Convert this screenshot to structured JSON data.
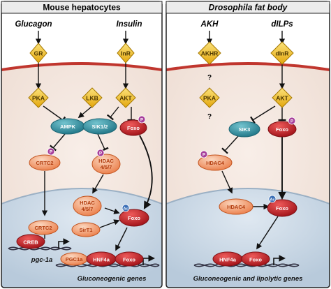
{
  "panels": {
    "left": {
      "title": "Mouse hepatocytes"
    },
    "right": {
      "title": "Drosophila fat body"
    }
  },
  "left": {
    "ligands": {
      "glucagon": "Glucagon",
      "insulin": "Insulin"
    },
    "receptors": {
      "gr": "GR",
      "inr": "InR"
    },
    "kinases": {
      "pka": "PKA",
      "lkb": "LKB",
      "akt": "AKT"
    },
    "nodes": {
      "ampk": "AMPK",
      "sik": "SIK1/2",
      "foxo_cyto": "Foxo",
      "crtc2_cyto": "CRTC2",
      "hdac_cyto_1": "HDAC",
      "hdac_cyto_2": "4/5/7",
      "hdac_nuc_1": "HDAC",
      "hdac_nuc_2": "4/5/7",
      "sirt1": "SirT1",
      "foxo_nuc": "Foxo",
      "crtc2_nuc": "CRTC2",
      "creb": "CREB",
      "pgc1a_gene": "pgc-1a",
      "pgc1a": "PGC1a",
      "hnf4a": "HNF4a",
      "foxo_gene": "Foxo"
    },
    "marks": {
      "p": "P",
      "ac": "Ac"
    },
    "footer": "Gluconeogenic genes"
  },
  "right": {
    "ligands": {
      "akh": "AKH",
      "dilps": "dILPs"
    },
    "receptors": {
      "akhr": "AKHR",
      "dinr": "dInR"
    },
    "kinases": {
      "pka": "PKA",
      "akt": "AKT"
    },
    "question_marks": [
      "?",
      "?"
    ],
    "nodes": {
      "sik3": "SIK3",
      "foxo_cyto": "Foxo",
      "hdac4_cyto": "HDAC4",
      "hdac4_nuc": "HDAC4",
      "foxo_nuc": "Foxo",
      "hnf4a": "HNF4a",
      "foxo_gene": "Foxo"
    },
    "marks": {
      "p": "P",
      "ac": "Ac"
    },
    "footer": "Gluconeogenic and lipolytic genes"
  },
  "colors": {
    "cytoplasm": "#f3e6df",
    "nucleus": "#ccd9e6",
    "membrane": "#c0362e",
    "kinase": "#f4c21a",
    "teal": "#2f8f9e",
    "foxo": "#c42026",
    "orange": "#ec8a5a",
    "phospho": "#a63d9a",
    "acetyl": "#3b6fb6"
  }
}
